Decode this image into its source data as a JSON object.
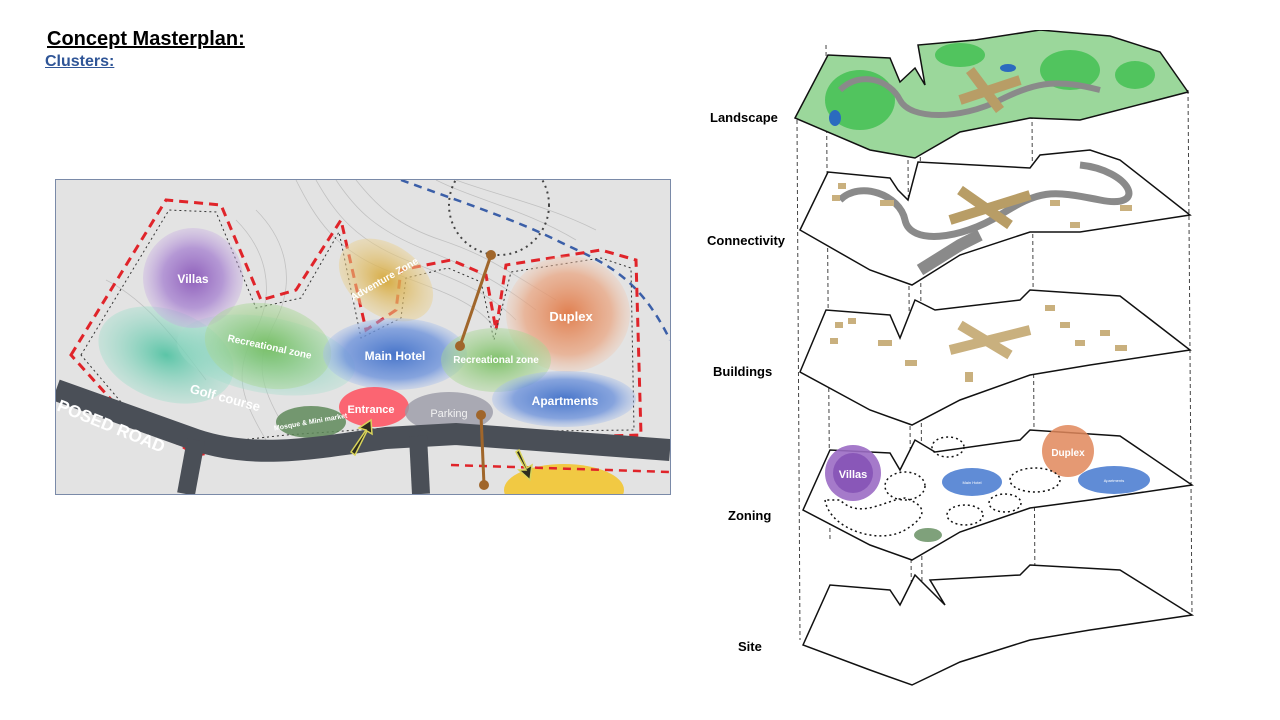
{
  "page": {
    "title": "Concept Masterplan:",
    "subtitle": "Clusters:"
  },
  "plan": {
    "road_label": "POSED ROAD",
    "zones": {
      "villas": "Villas",
      "adventure": "Adventure Zone",
      "duplex": "Duplex",
      "recreational_left": "Recreational zone",
      "main_hotel": "Main Hotel",
      "recreational_right": "Recreational zone",
      "golf": "Golf course",
      "apartments": "Apartments",
      "mosque": "Mosque & Mini market",
      "entrance": "Entrance",
      "parking": "Parking"
    },
    "colors": {
      "villas": "#9b6bc4",
      "adventure": "#d9b24a",
      "duplex": "#e0875a",
      "recreational": "#7fc36e",
      "main_hotel": "#4f7fd1",
      "golf": "#5cc9aa",
      "apartments": "#4f7fd1",
      "mosque": "#5f8a5a",
      "entrance": "#ff4f5e",
      "parking": "#9a9aa6",
      "boundary_red": "#e0242a",
      "boundary_blue": "#3b5fa8",
      "road": "#4a4f57",
      "connector": "#a0662b"
    }
  },
  "layers": {
    "labels": [
      "Landscape",
      "Connectivity",
      "Buildings",
      "Zoning",
      "Site"
    ],
    "zoning": {
      "villas": "Villas",
      "duplex": "Duplex",
      "main_hotel": "Main Hotel",
      "apartments": "Apartments"
    }
  }
}
